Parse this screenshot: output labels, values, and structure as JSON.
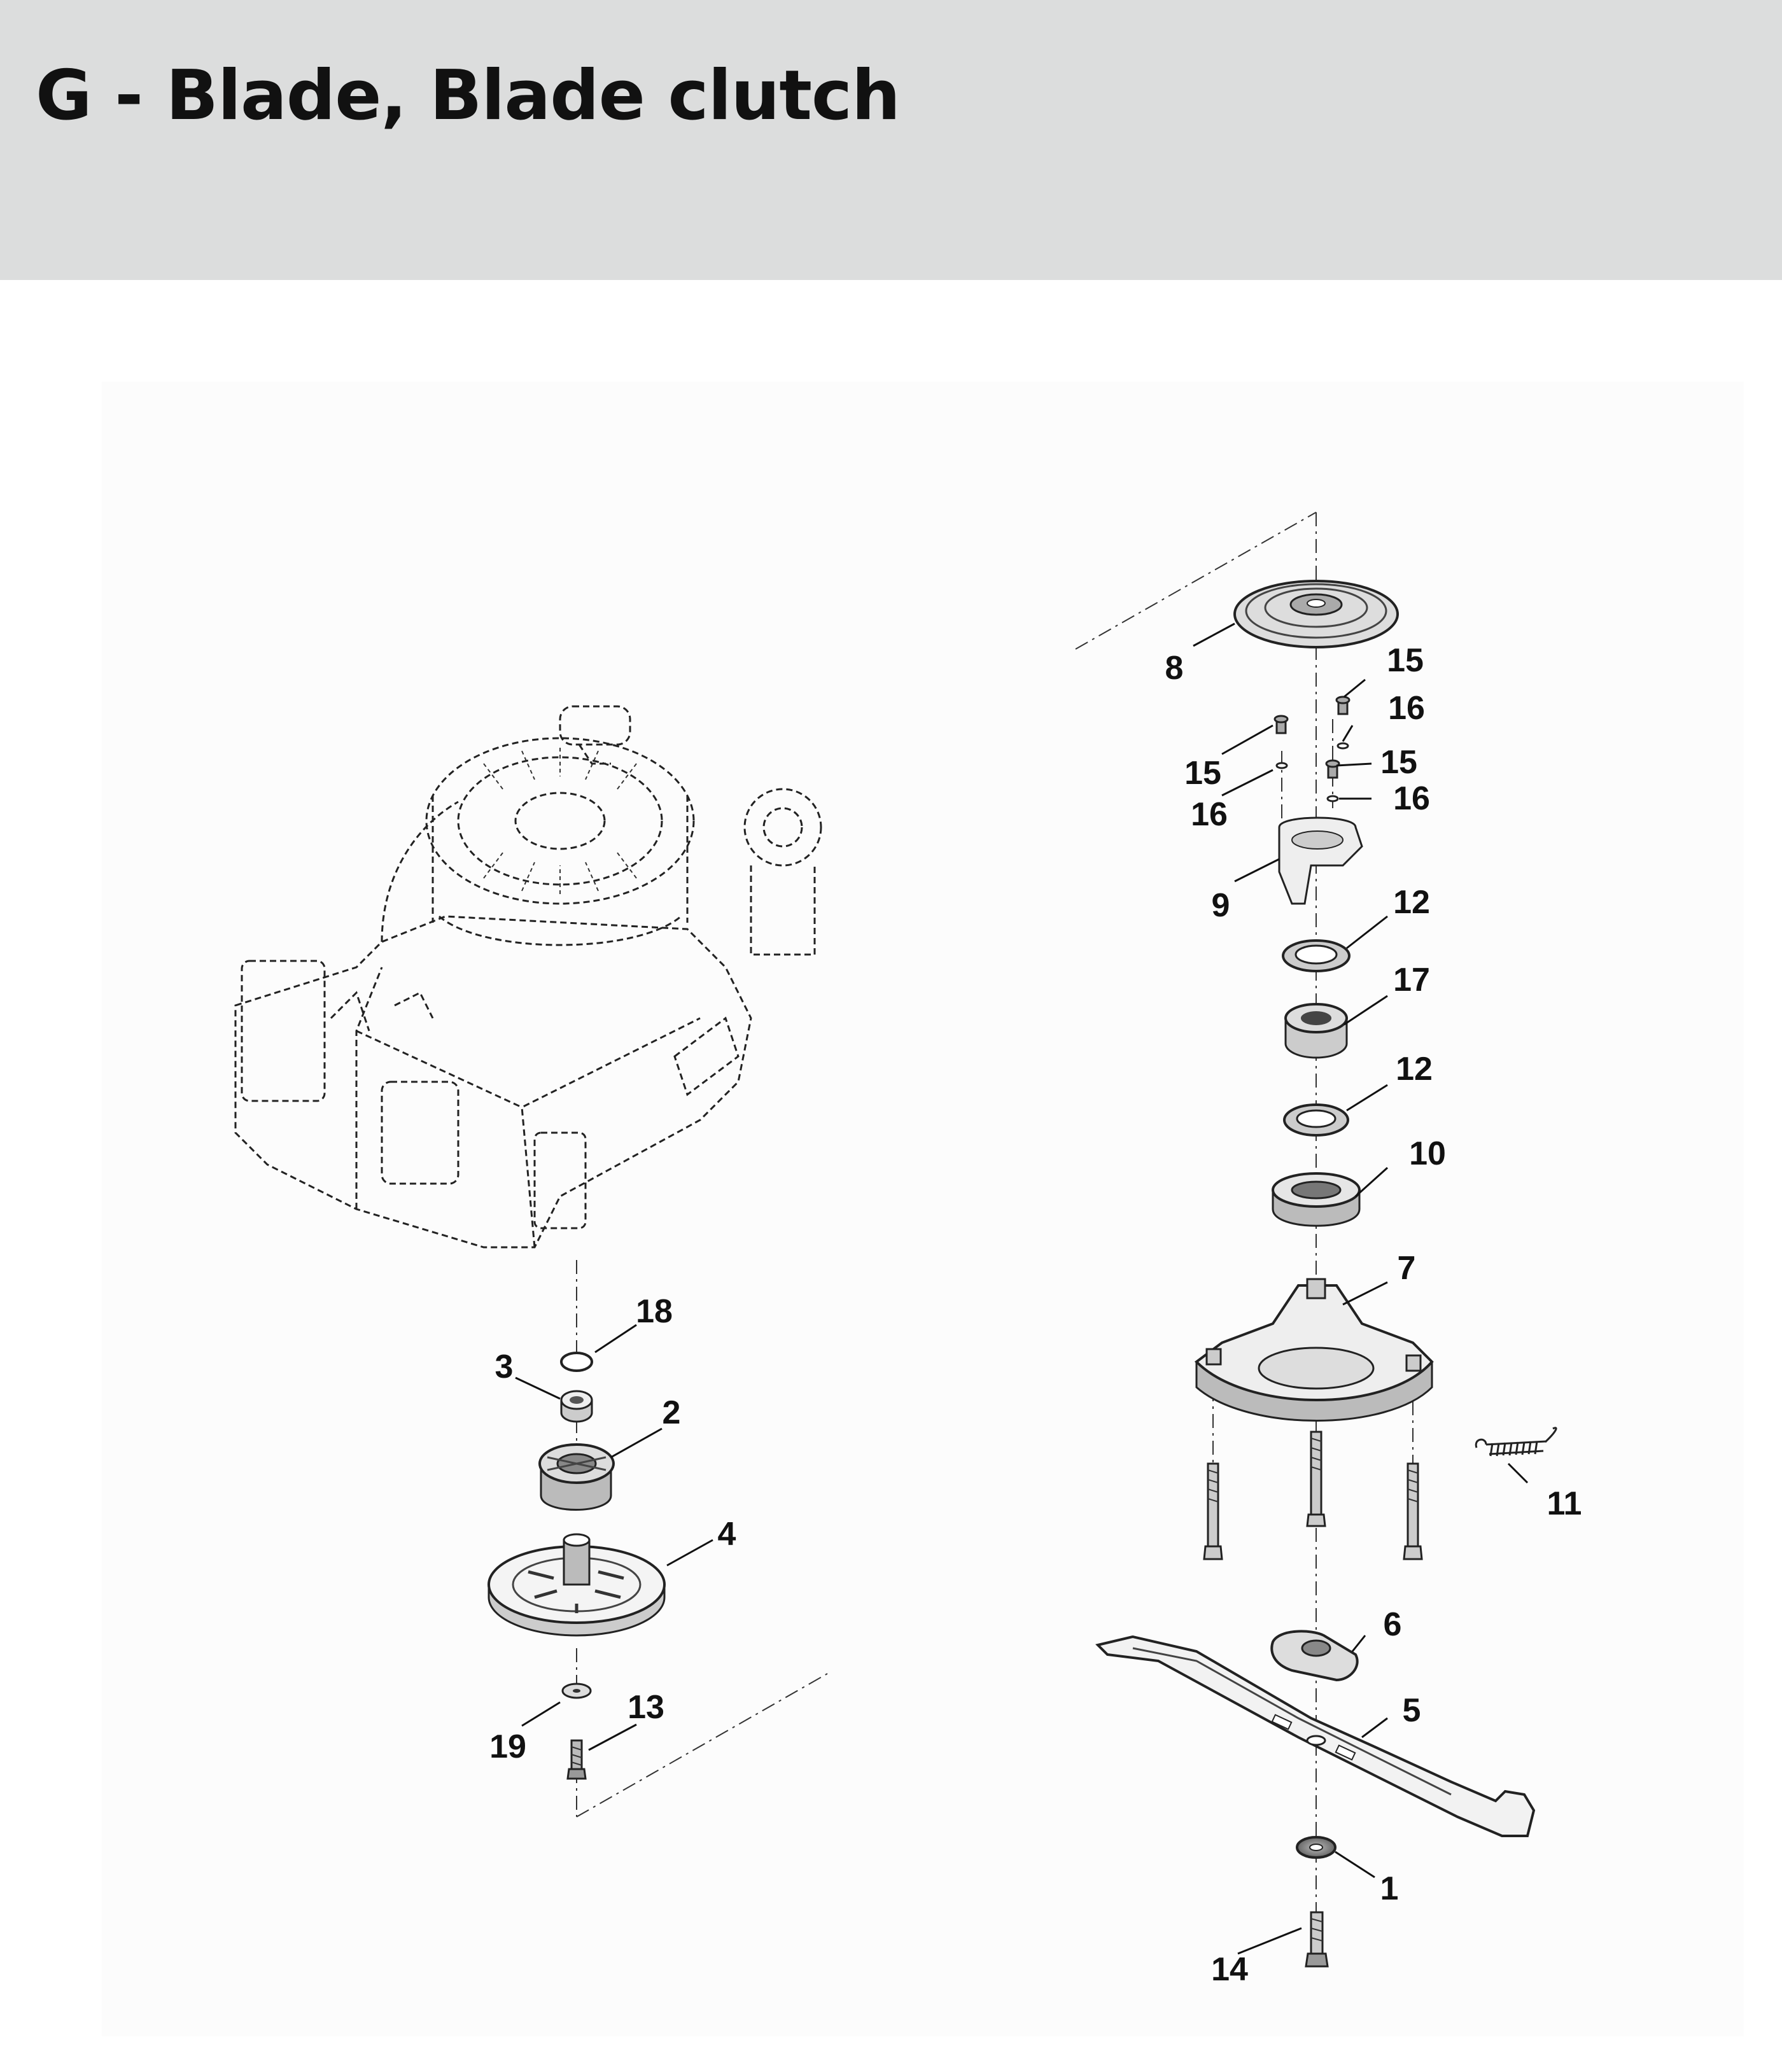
{
  "header": {
    "title": "G - Blade, Blade clutch"
  },
  "diagram": {
    "callouts": [
      {
        "id": "c8",
        "label": "8"
      },
      {
        "id": "c15a",
        "label": "15"
      },
      {
        "id": "c16a",
        "label": "16"
      },
      {
        "id": "c15b",
        "label": "15"
      },
      {
        "id": "c16b",
        "label": "16"
      },
      {
        "id": "c15c",
        "label": "15"
      },
      {
        "id": "c16c",
        "label": "16"
      },
      {
        "id": "c9",
        "label": "9"
      },
      {
        "id": "c12a",
        "label": "12"
      },
      {
        "id": "c17",
        "label": "17"
      },
      {
        "id": "c12b",
        "label": "12"
      },
      {
        "id": "c10",
        "label": "10"
      },
      {
        "id": "c7",
        "label": "7"
      },
      {
        "id": "c11",
        "label": "11"
      },
      {
        "id": "c6",
        "label": "6"
      },
      {
        "id": "c5",
        "label": "5"
      },
      {
        "id": "c1",
        "label": "1"
      },
      {
        "id": "c14",
        "label": "14"
      },
      {
        "id": "c18",
        "label": "18"
      },
      {
        "id": "c3",
        "label": "3"
      },
      {
        "id": "c2",
        "label": "2"
      },
      {
        "id": "c4",
        "label": "4"
      },
      {
        "id": "c13",
        "label": "13"
      },
      {
        "id": "c19",
        "label": "19"
      }
    ]
  }
}
